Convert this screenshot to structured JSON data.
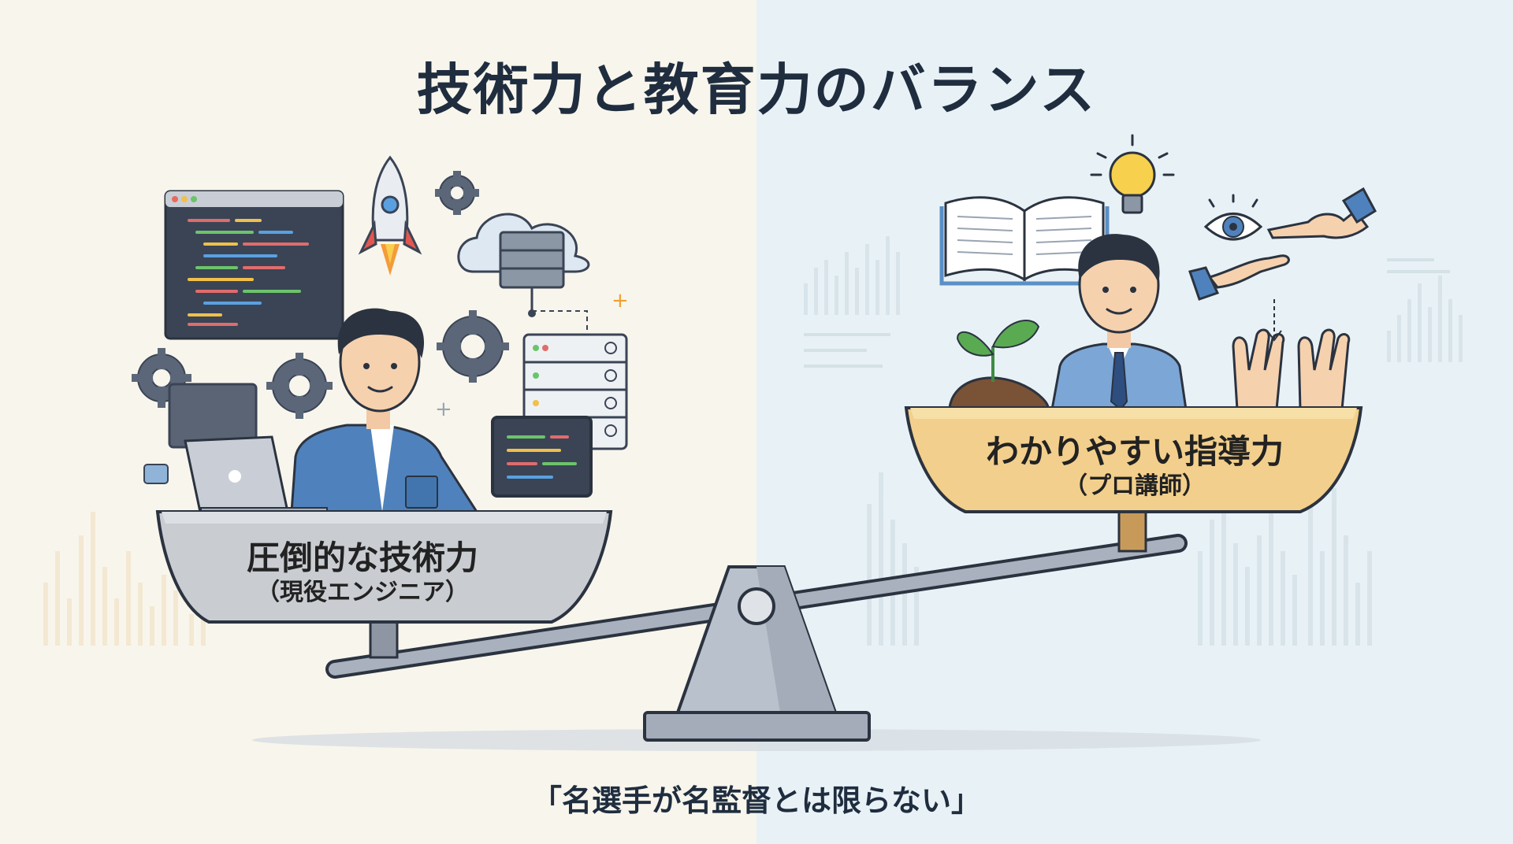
{
  "title": "技術力と教育力のバランス",
  "left_pan": {
    "label": "圧倒的な技術力",
    "sublabel": "（現役エンジニア）"
  },
  "right_pan": {
    "label": "わかりやすい指導力",
    "sublabel": "（プロ講師）"
  },
  "quote": "「名選手が名監督とは限らない」",
  "icons": [
    "code-window-icon",
    "rocket-icon",
    "gear-icon",
    "cloud-server-icon",
    "server-rack-icon",
    "laptop-icon",
    "terminal-icon",
    "book-icon",
    "lightbulb-icon",
    "eye-icon",
    "pointing-hand-icon",
    "open-hand-icon",
    "sprout-icon",
    "raised-hands-icon"
  ],
  "colors": {
    "left_bg": "#f8f5ec",
    "right_bg": "#e8f2f6",
    "title": "#1f2d3f",
    "left_pan": "#c9ccd1",
    "right_pan": "#f2cf8c",
    "scale": "#8e96a3"
  }
}
